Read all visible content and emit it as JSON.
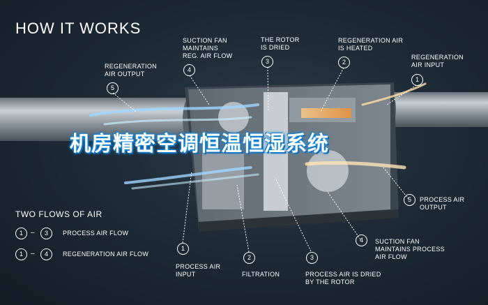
{
  "title": "HOW IT WORKS",
  "callouts": {
    "regen_output": {
      "num": "5",
      "text": "REGENERATION\nAIR OUTPUT"
    },
    "suction_fan_reg": {
      "num": "4",
      "text": "SUCTION FAN\nMAINTAINS\nREG. AIR FLOW"
    },
    "rotor_dried": {
      "num": "3",
      "text": "THE ROTOR\nIS DRIED"
    },
    "regen_heated": {
      "num": "2",
      "text": "REGENERATION AIR\nIS HEATED"
    },
    "regen_input": {
      "num": "1",
      "text": "REGENERATION\nAIR INPUT"
    },
    "process_output": {
      "num": "5",
      "text": "PROCESS AIR\nOUTPUT"
    },
    "suction_fan_process": {
      "num": "4",
      "text": "SUCTION FAN\nMAINTAINS PROCESS\nAIR FLOW"
    },
    "process_input": {
      "num": "1",
      "text": "PROCESS AIR\nINPUT"
    },
    "filtration": {
      "num": "2",
      "text": "FILTRATION"
    },
    "process_dried": {
      "num": "3",
      "text": "PROCESS AIR IS DRIED\nBY THE ROTOR"
    }
  },
  "legend": {
    "title": "TWO FLOWS OF AIR",
    "rows": [
      {
        "from": "1",
        "to": "3",
        "text": "PROCESS AIR FLOW"
      },
      {
        "from": "1",
        "to": "4",
        "text": "REGENERATION AIR FLOW"
      }
    ]
  },
  "overlay_text": "机房精密空调恒温恒湿系统"
}
